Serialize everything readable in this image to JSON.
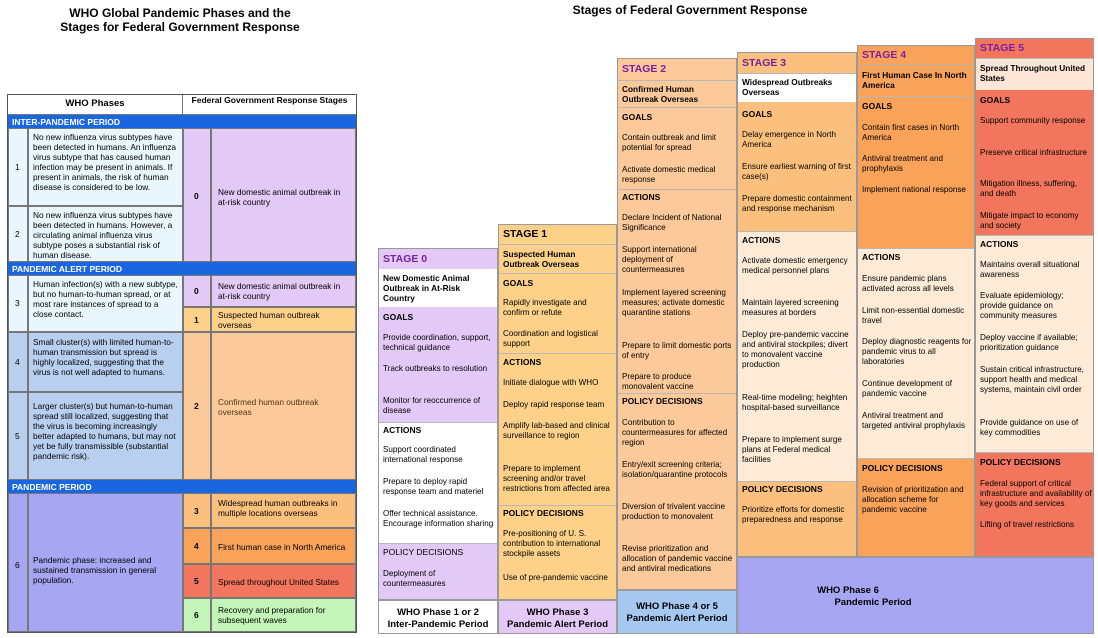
{
  "left_title": [
    "WHO Global Pandemic Phases and the",
    "Stages for Federal Government Response"
  ],
  "right_title": "Stages of Federal Government Response",
  "table": {
    "col_who": "WHO Phases",
    "col_fed": "Federal Government Response Stages",
    "inter_pandemic": "INTER-PANDEMIC PERIOD",
    "alert": "PANDEMIC ALERT PERIOD",
    "pandemic": "PANDEMIC PERIOD",
    "phases": [
      {
        "num": "1",
        "text": "No new influenza virus subtypes have been detected in humans.  An influenza virus subtype that has caused human infection may be present in animals.  If present in animals, the risk of human disease is considered to be low."
      },
      {
        "num": "2",
        "text": "No new influenza virus subtypes have been detected in humans. However, a circulating animal influenza virus subtype poses a substantial risk of human disease."
      },
      {
        "num": "3",
        "text": "Human infection(s) with a new subtype, but no human-to-human spread, or at most rare instances of spread to a close contact."
      },
      {
        "num": "4",
        "text": "Small cluster(s) with limited human-to-human transmission but spread is highly localized, suggesting that the virus is not well adapted to humans."
      },
      {
        "num": "5",
        "text": "Larger cluster(s) but human-to-human spread still localized, suggesting that the virus is becoming increasingly better adapted to humans, but may not yet be fully transmissible (substantial pandemic risk)."
      },
      {
        "num": "6",
        "text": "Pandemic phase:  increased and sustained transmission in general population."
      }
    ],
    "stages": [
      {
        "num": "0",
        "text": "New domestic animal outbreak in at-risk country"
      },
      {
        "num": "0",
        "text": "New domestic animal outbreak in at-risk country"
      },
      {
        "num": "1",
        "text": "Suspected human outbreak overseas"
      },
      {
        "num": "2",
        "text": "Confirmed human outbreak overseas"
      },
      {
        "num": "3",
        "text": "Widespread human outbreaks in multiple locations overseas"
      },
      {
        "num": "4",
        "text": "First human case in North America"
      },
      {
        "num": "5",
        "text": "Spread throughout United States"
      },
      {
        "num": "6",
        "text": "Recovery and preparation for subsequent waves"
      }
    ]
  },
  "labels": {
    "goals": "GOALS",
    "actions": "ACTIONS",
    "policy": "POLICY DECISIONS",
    "policy_plain": "POLICY DECISIONS"
  },
  "stage0": {
    "label": "STAGE 0",
    "head": "New Domestic Animal Outbreak in At-Risk Country",
    "goals": [
      "Provide coordination, support, technical guidance",
      "Track outbreaks to resolution",
      "Monitor for reoccurrence of disease"
    ],
    "actions": [
      "Support coordinated international response",
      "Prepare to deploy rapid response team and materiel",
      "Offer technical assistance. Encourage information sharing"
    ],
    "policy": [
      "Deployment of countermeasures"
    ]
  },
  "stage1": {
    "label": "STAGE 1",
    "head": "Suspected Human Outbreak Overseas",
    "goals": [
      "Rapidly investigate and confirm or refute",
      "Coordination and logistical support"
    ],
    "actions": [
      "Initiate dialogue with WHO",
      "Deploy rapid response team",
      "Amplify lab-based and clinical surveillance to region",
      "Prepare to implement screening and/or travel restrictions from affected area"
    ],
    "policy": [
      "Pre-positioning of U. S. contribution to international stockpile assets",
      "Use of pre-pandemic vaccine"
    ]
  },
  "stage2": {
    "label": "STAGE 2",
    "head": "Confirmed Human Outbreak Overseas",
    "goals": [
      "Contain outbreak and limit potential for spread",
      "Activate domestic medical response"
    ],
    "actions": [
      "Declare Incident of National Significance",
      "Support international deployment of countermeasures",
      "Implement layered screening measures; activate domestic quarantine stations",
      "Prepare to limit domestic ports of entry",
      "Prepare to produce monovalent vaccine"
    ],
    "policy": [
      "Contribution to countermeasures for affected region",
      "Entry/exit screening criteria; isolation/quarantine protocols",
      "Diversion of trivalent vaccine production to monovalent",
      "Revise prioritization and allocation of pandemic vaccine and antiviral medications"
    ]
  },
  "stage3": {
    "label": "STAGE 3",
    "head": "Widespread Outbreaks Overseas",
    "goals": [
      "Delay emergence in North America",
      "Ensure earliest warning of first case(s)",
      "Prepare domestic containment and response mechanism"
    ],
    "actions": [
      "Activate domestic emergency medical personnel plans",
      "Maintain layered screening measures at borders",
      "Deploy pre-pandemic vaccine and antiviral stockpiles; divert to monovalent vaccine production",
      "Real-time modeling; heighten hospital-based surveillance",
      "Prepare to implement surge plans at Federal medical facilities"
    ],
    "policy": [
      "Prioritize efforts for domestic preparedness and response"
    ]
  },
  "stage4": {
    "label": "STAGE 4",
    "head": "First Human Case In North America",
    "goals": [
      "Contain first cases in North America",
      "Antiviral treatment and prophylaxis",
      "Implement national response"
    ],
    "actions": [
      "Ensure pandemic plans activated across all levels",
      "Limit non-essential domestic travel",
      "Deploy diagnostic reagents for pandemic virus to all laboratories",
      "Continue development of pandemic vaccine",
      "Antiviral treatment and targeted antiviral prophylaxis"
    ],
    "policy": [
      "Revision of prioritization and allocation scheme for pandemic vaccine"
    ]
  },
  "stage5": {
    "label": "STAGE 5",
    "head": "Spread Throughout United States",
    "goals": [
      "Support community response",
      "Preserve critical infrastructure",
      "Mitigation illness, suffering, and death",
      "Mitigate impact to economy and society"
    ],
    "actions": [
      "Maintains overall situational awareness",
      "Evaluate epidemiology; provide guidance on community measures",
      "Deploy vaccine if available; prioritization guidance",
      "Sustain critical infrastructure, support health and medical systems, maintain civil order",
      "Provide guidance on use of key commodities"
    ],
    "policy": [
      "Federal support of critical infrastructure and availability of key goods and services",
      "Lifting of travel restrictions"
    ]
  },
  "bottom": {
    "p12": [
      "WHO Phase 1 or 2",
      "Inter-Pandemic Period"
    ],
    "p3": [
      "WHO Phase 3",
      "Pandemic Alert Period"
    ],
    "p45": [
      "WHO Phase 4 or 5",
      "Pandemic Alert Period"
    ],
    "p6": [
      "WHO Phase 6",
      "Pandemic Period"
    ]
  },
  "colors": {
    "band": "#1a66e0",
    "stage0": "#e3c9f5",
    "stage1": "#fdd18a",
    "stage2": "#fcc99a",
    "stage3": "#fcc07e",
    "stage4": "#f9a35a",
    "stage5": "#f2765e",
    "phase6": "#a6a6f2",
    "recovery": "#c3f5b8"
  }
}
